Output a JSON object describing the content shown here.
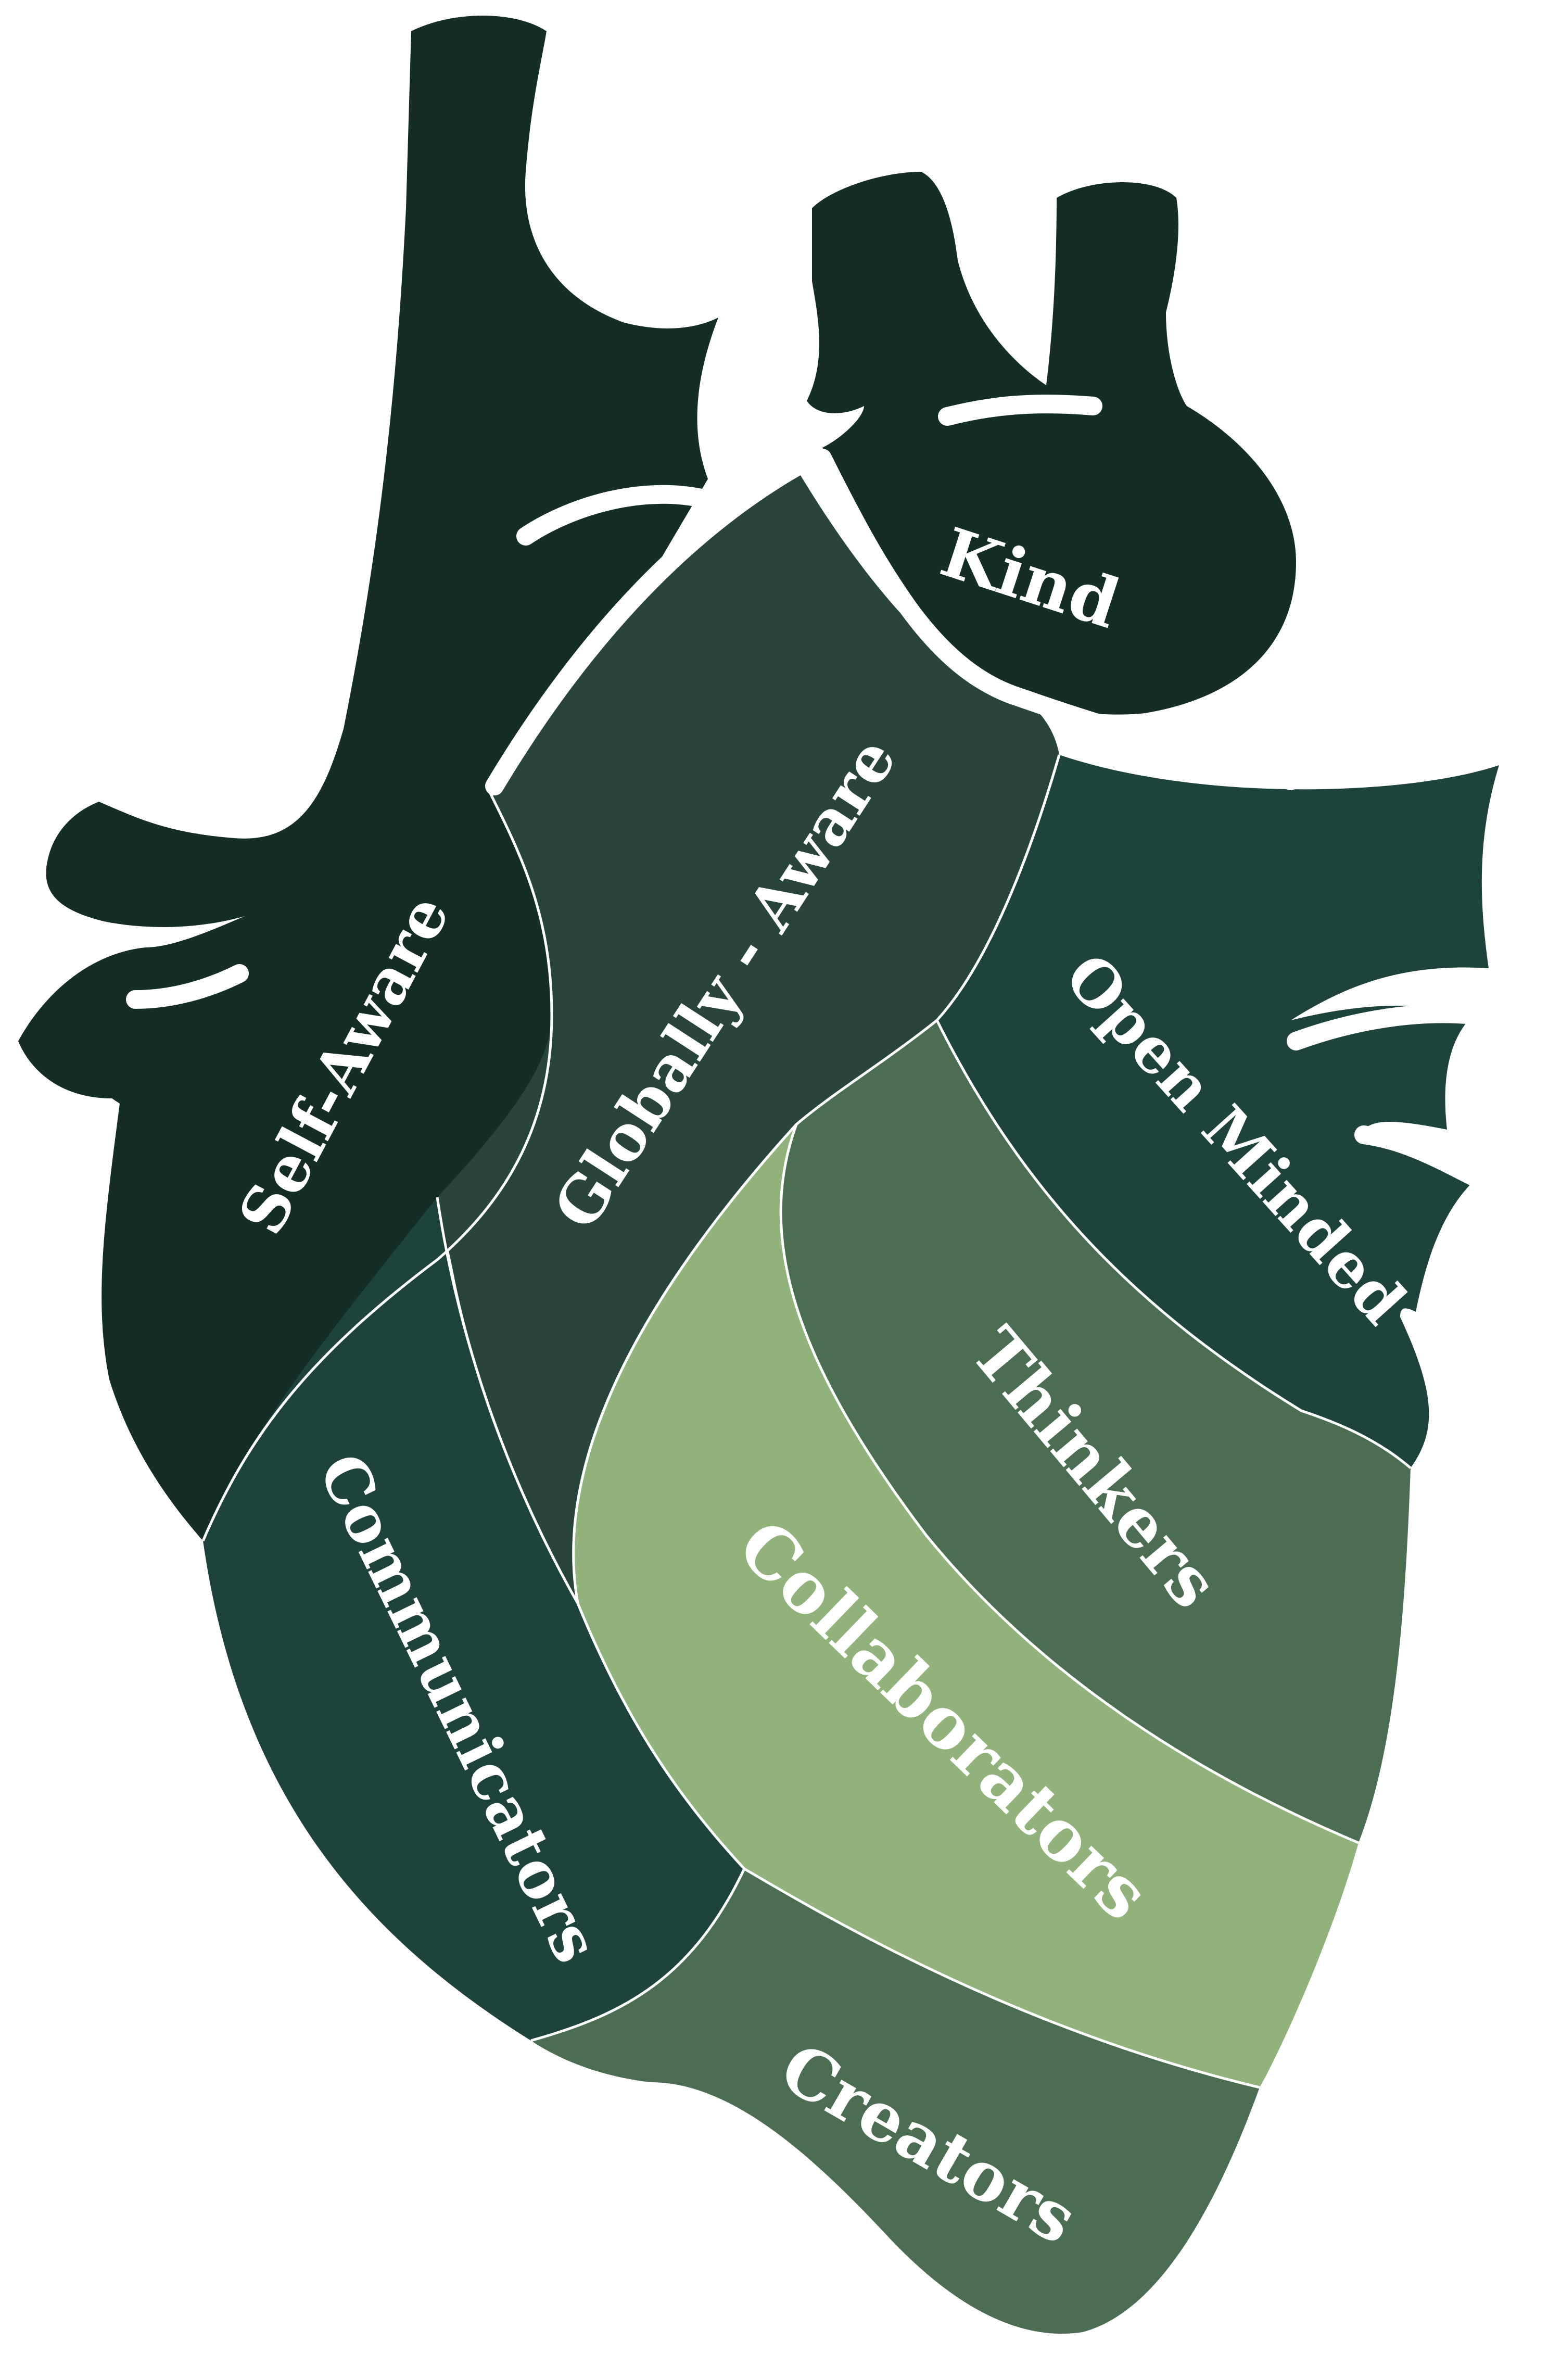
{
  "title": "Anatomical heart with learner attributes",
  "colors": {
    "background": "#ffffff",
    "darkest": "#142d26",
    "globally_aware": "#28443b",
    "deep_teal": "#1e433d",
    "mid_green": "#4b6d51",
    "light_green": "#91b37b",
    "label_text": "#ffffff"
  },
  "regions": [
    {
      "id": "kind",
      "label": "Kind"
    },
    {
      "id": "self-aware",
      "label": "Self-Aware"
    },
    {
      "id": "globally-aware",
      "label": "Globally - Aware"
    },
    {
      "id": "open-minded",
      "label": "Open Minded"
    },
    {
      "id": "communicators",
      "label": "Communicators"
    },
    {
      "id": "thinkers",
      "label": "Thinkers"
    },
    {
      "id": "collaborators",
      "label": "Collaborators"
    },
    {
      "id": "creators",
      "label": "Creators"
    }
  ]
}
